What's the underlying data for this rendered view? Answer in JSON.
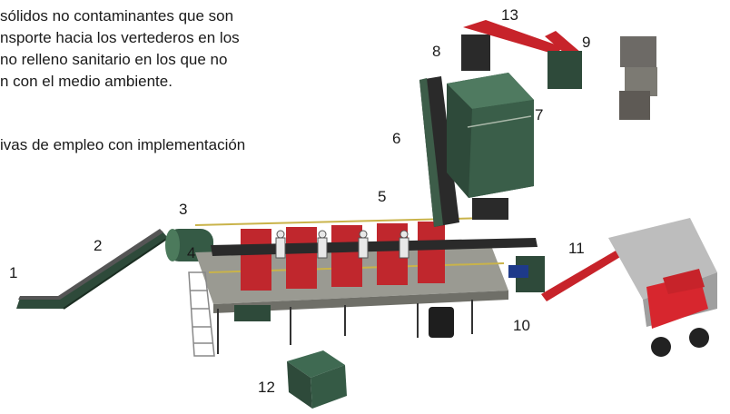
{
  "text": {
    "lines": [
      "sólidos no contaminantes que son",
      "nsporte hacia los vertederos en los",
      "no relleno sanitario en los que no",
      "n con el medio ambiente.",
      "ivas de empleo con implementación"
    ]
  },
  "labels": [
    "1",
    "2",
    "3",
    "4",
    "5",
    "6",
    "7",
    "8",
    "9",
    "10",
    "11",
    "12",
    "13"
  ]
}
